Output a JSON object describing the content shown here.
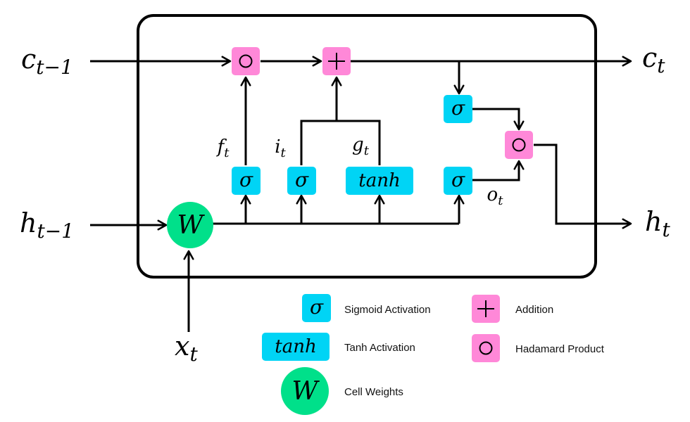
{
  "inputs": {
    "c_prev": {
      "base": "c",
      "sub": "t−1"
    },
    "h_prev": {
      "base": "h",
      "sub": "t−1"
    },
    "x": {
      "base": "x",
      "sub": "t"
    }
  },
  "outputs": {
    "c": {
      "base": "c",
      "sub": "t"
    },
    "h": {
      "base": "h",
      "sub": "t"
    }
  },
  "gate_labels": {
    "f": {
      "base": "f",
      "sub": "t"
    },
    "i": {
      "base": "i",
      "sub": "t"
    },
    "g": {
      "base": "g",
      "sub": "t"
    },
    "o": {
      "base": "o",
      "sub": "t"
    }
  },
  "symbols": {
    "sigmoid": "σ",
    "tanh": "tanh",
    "weights": "W",
    "addition": "+",
    "hadamard": "○"
  },
  "legend": {
    "sigmoid": "Sigmoid Activation",
    "tanh": "Tanh Activation",
    "weights": "Cell Weights",
    "addition": "Addition",
    "hadamard": "Hadamard Product"
  },
  "colors": {
    "activation": "#00d4f5",
    "operation": "#ff88d8",
    "weights": "#00e08a",
    "stroke": "#000000"
  },
  "icons": {
    "arrowhead": "arrowhead-icon"
  }
}
